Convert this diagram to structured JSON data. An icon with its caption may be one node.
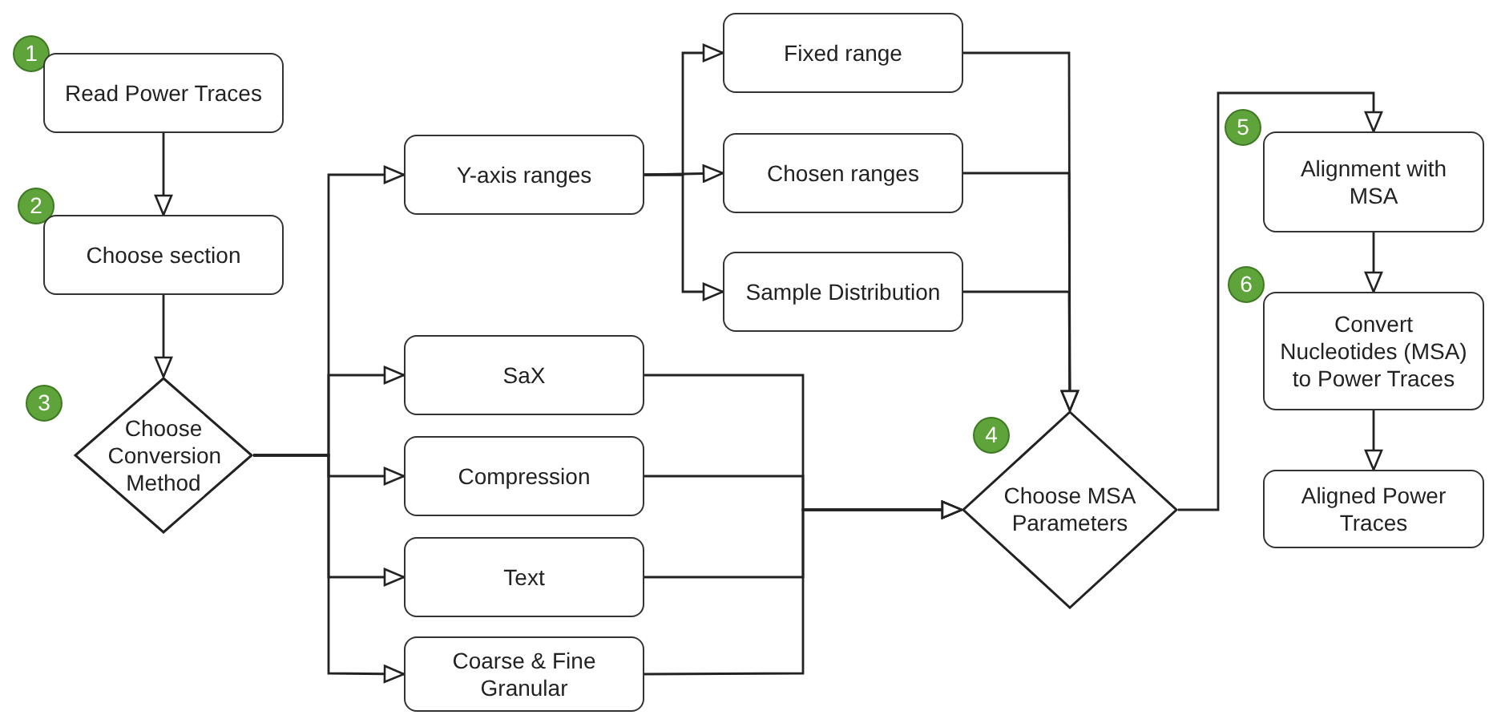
{
  "diagram": {
    "nodes": [
      {
        "text": [
          "1"
        ]
      },
      {
        "text": [
          "Read Power Traces"
        ]
      },
      {
        "text": [
          "2"
        ]
      },
      {
        "text": [
          "Choose section"
        ]
      },
      {
        "text": [
          "3"
        ]
      },
      {
        "text": [
          "Choose Conversion Method"
        ]
      },
      {
        "text": [
          "Y-axis ranges"
        ]
      },
      {
        "text": [
          "SaX"
        ]
      },
      {
        "text": [
          "Compression"
        ]
      },
      {
        "text": [
          "Text"
        ]
      },
      {
        "text": [
          "Coarse & Fine Granular"
        ]
      },
      {
        "text": [
          "Fixed range"
        ]
      },
      {
        "text": [
          "Chosen ranges"
        ]
      },
      {
        "text": [
          "Sample Distribution"
        ]
      },
      {
        "text": [
          "4"
        ]
      },
      {
        "text": [
          "Choose MSA Parameters"
        ]
      },
      {
        "text": [
          "5"
        ]
      },
      {
        "text": [
          "Alignment with MSA"
        ]
      },
      {
        "text": [
          "6"
        ]
      },
      {
        "text": [
          "Convert Nucleotides (MSA) to Power Traces"
        ]
      },
      {
        "text": [
          "Aligned Power Traces"
        ]
      }
    ],
    "edges": [
      {
        "from": 1,
        "to": 3,
        "arrow": "to"
      },
      {
        "from": 3,
        "to": 5,
        "arrow": "to"
      },
      {
        "from": 5,
        "to": 6,
        "arrow": "to"
      },
      {
        "from": 5,
        "to": 7,
        "arrow": "to"
      },
      {
        "from": 5,
        "to": 8,
        "arrow": "to"
      },
      {
        "from": 5,
        "to": 9,
        "arrow": "to"
      },
      {
        "from": 5,
        "to": 10,
        "arrow": "to"
      },
      {
        "from": 6,
        "to": 11,
        "arrow": "to"
      },
      {
        "from": 6,
        "to": 12,
        "arrow": "to"
      },
      {
        "from": 6,
        "to": 13,
        "arrow": "to"
      },
      {
        "from": 11,
        "to": 15,
        "arrow": "to"
      },
      {
        "from": 12,
        "to": 15,
        "arrow": "to"
      },
      {
        "from": 13,
        "to": 15,
        "arrow": "to"
      },
      {
        "from": 7,
        "to": 15,
        "arrow": "to"
      },
      {
        "from": 8,
        "to": 15,
        "arrow": "to"
      },
      {
        "from": 9,
        "to": 15,
        "arrow": "to"
      },
      {
        "from": 10,
        "to": 15,
        "arrow": "to"
      },
      {
        "from": 15,
        "to": 17,
        "arrow": "to"
      },
      {
        "from": 17,
        "to": 19,
        "arrow": "to"
      },
      {
        "from": 19,
        "to": 20,
        "arrow": "to"
      }
    ]
  }
}
